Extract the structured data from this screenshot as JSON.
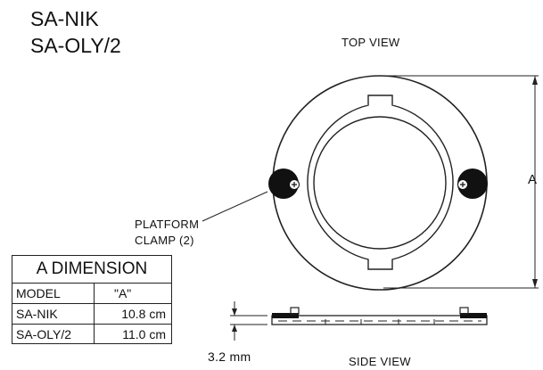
{
  "models": [
    "SA-NIK",
    "SA-OLY/2"
  ],
  "views": {
    "top": "TOP VIEW",
    "side": "SIDE VIEW"
  },
  "callout": {
    "line1": "PLATFORM",
    "line2": "CLAMP (2)"
  },
  "dimension_label": "A",
  "thickness": "3.2 mm",
  "table": {
    "title": "A DIMENSION",
    "header": [
      "MODEL",
      "\"A\""
    ],
    "rows": [
      [
        "SA-NIK",
        "10.8 cm"
      ],
      [
        "SA-OLY/2",
        "11.0 cm"
      ]
    ]
  }
}
